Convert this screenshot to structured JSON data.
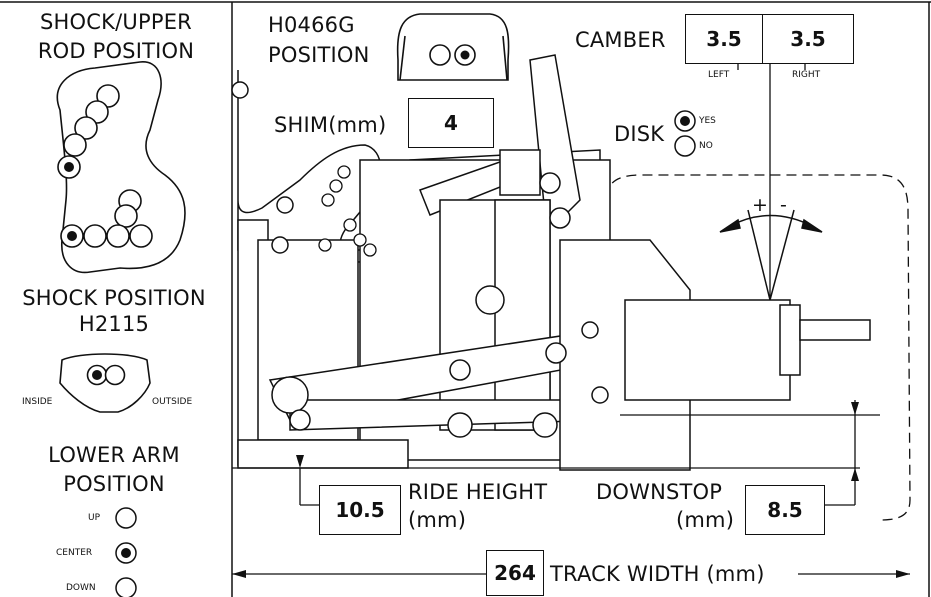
{
  "shock_upper_rod": {
    "title_line1": "SHOCK/UPPER",
    "title_line2": "ROD POSITION"
  },
  "h0466g": {
    "title_line1": "H0466G",
    "title_line2": "POSITION"
  },
  "shim": {
    "label": "SHIM(mm)",
    "value": "4"
  },
  "camber": {
    "label": "CAMBER",
    "left_value": "3.5",
    "right_value": "3.5",
    "left_label": "LEFT",
    "right_label": "RIGHT"
  },
  "disk": {
    "label": "DISK",
    "yes": "YES",
    "no": "NO",
    "selected": "YES"
  },
  "angle_marks": {
    "plus": "+",
    "minus": "-"
  },
  "shock_position": {
    "title_line1": "SHOCK POSITION",
    "title_line2": "H2115",
    "inside": "INSIDE",
    "outside": "OUTSIDE"
  },
  "lower_arm": {
    "title_line1": "LOWER ARM",
    "title_line2": "POSITION",
    "up": "UP",
    "center": "CENTER",
    "down": "DOWN",
    "selected": "CENTER"
  },
  "ride_height": {
    "value": "10.5",
    "label_line1": "RIDE HEIGHT",
    "label_line2": "(mm)"
  },
  "downstop": {
    "label_line1": "DOWNSTOP",
    "label_line2": "(mm)",
    "value": "8.5"
  },
  "track_width": {
    "value": "264",
    "label": "TRACK WIDTH (mm)"
  }
}
